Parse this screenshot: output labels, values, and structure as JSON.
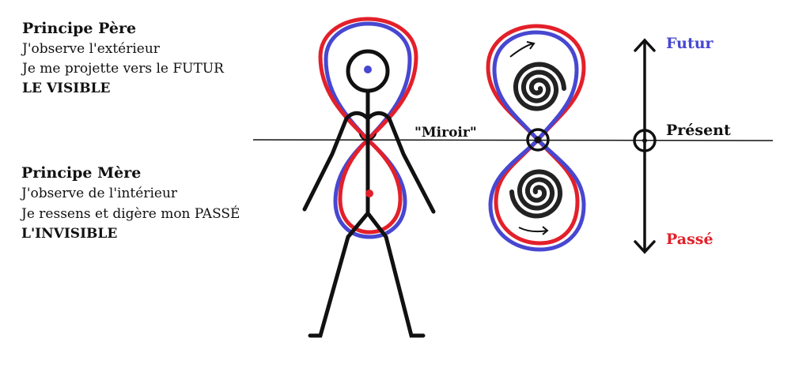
{
  "left_text": {
    "pere": {
      "title": "Principe Père",
      "line1": "J'observe l'extérieur",
      "line2": "Je me projette vers le FUTUR",
      "line3": "LE VISIBLE"
    },
    "mere": {
      "title": "Principe Mère",
      "line1": "J'observe de l'intérieur",
      "line2": "Je ressens et digère mon PASSÉ",
      "line3": "L'INVISIBLE"
    }
  },
  "mirror_label": "\"Miroir\"",
  "axis": {
    "top_label": "Futur",
    "center_label": "Présent",
    "bottom_label": "Passé"
  },
  "colors": {
    "blue": "#4747d1",
    "red": "#e3202a",
    "ink": "#111111"
  }
}
